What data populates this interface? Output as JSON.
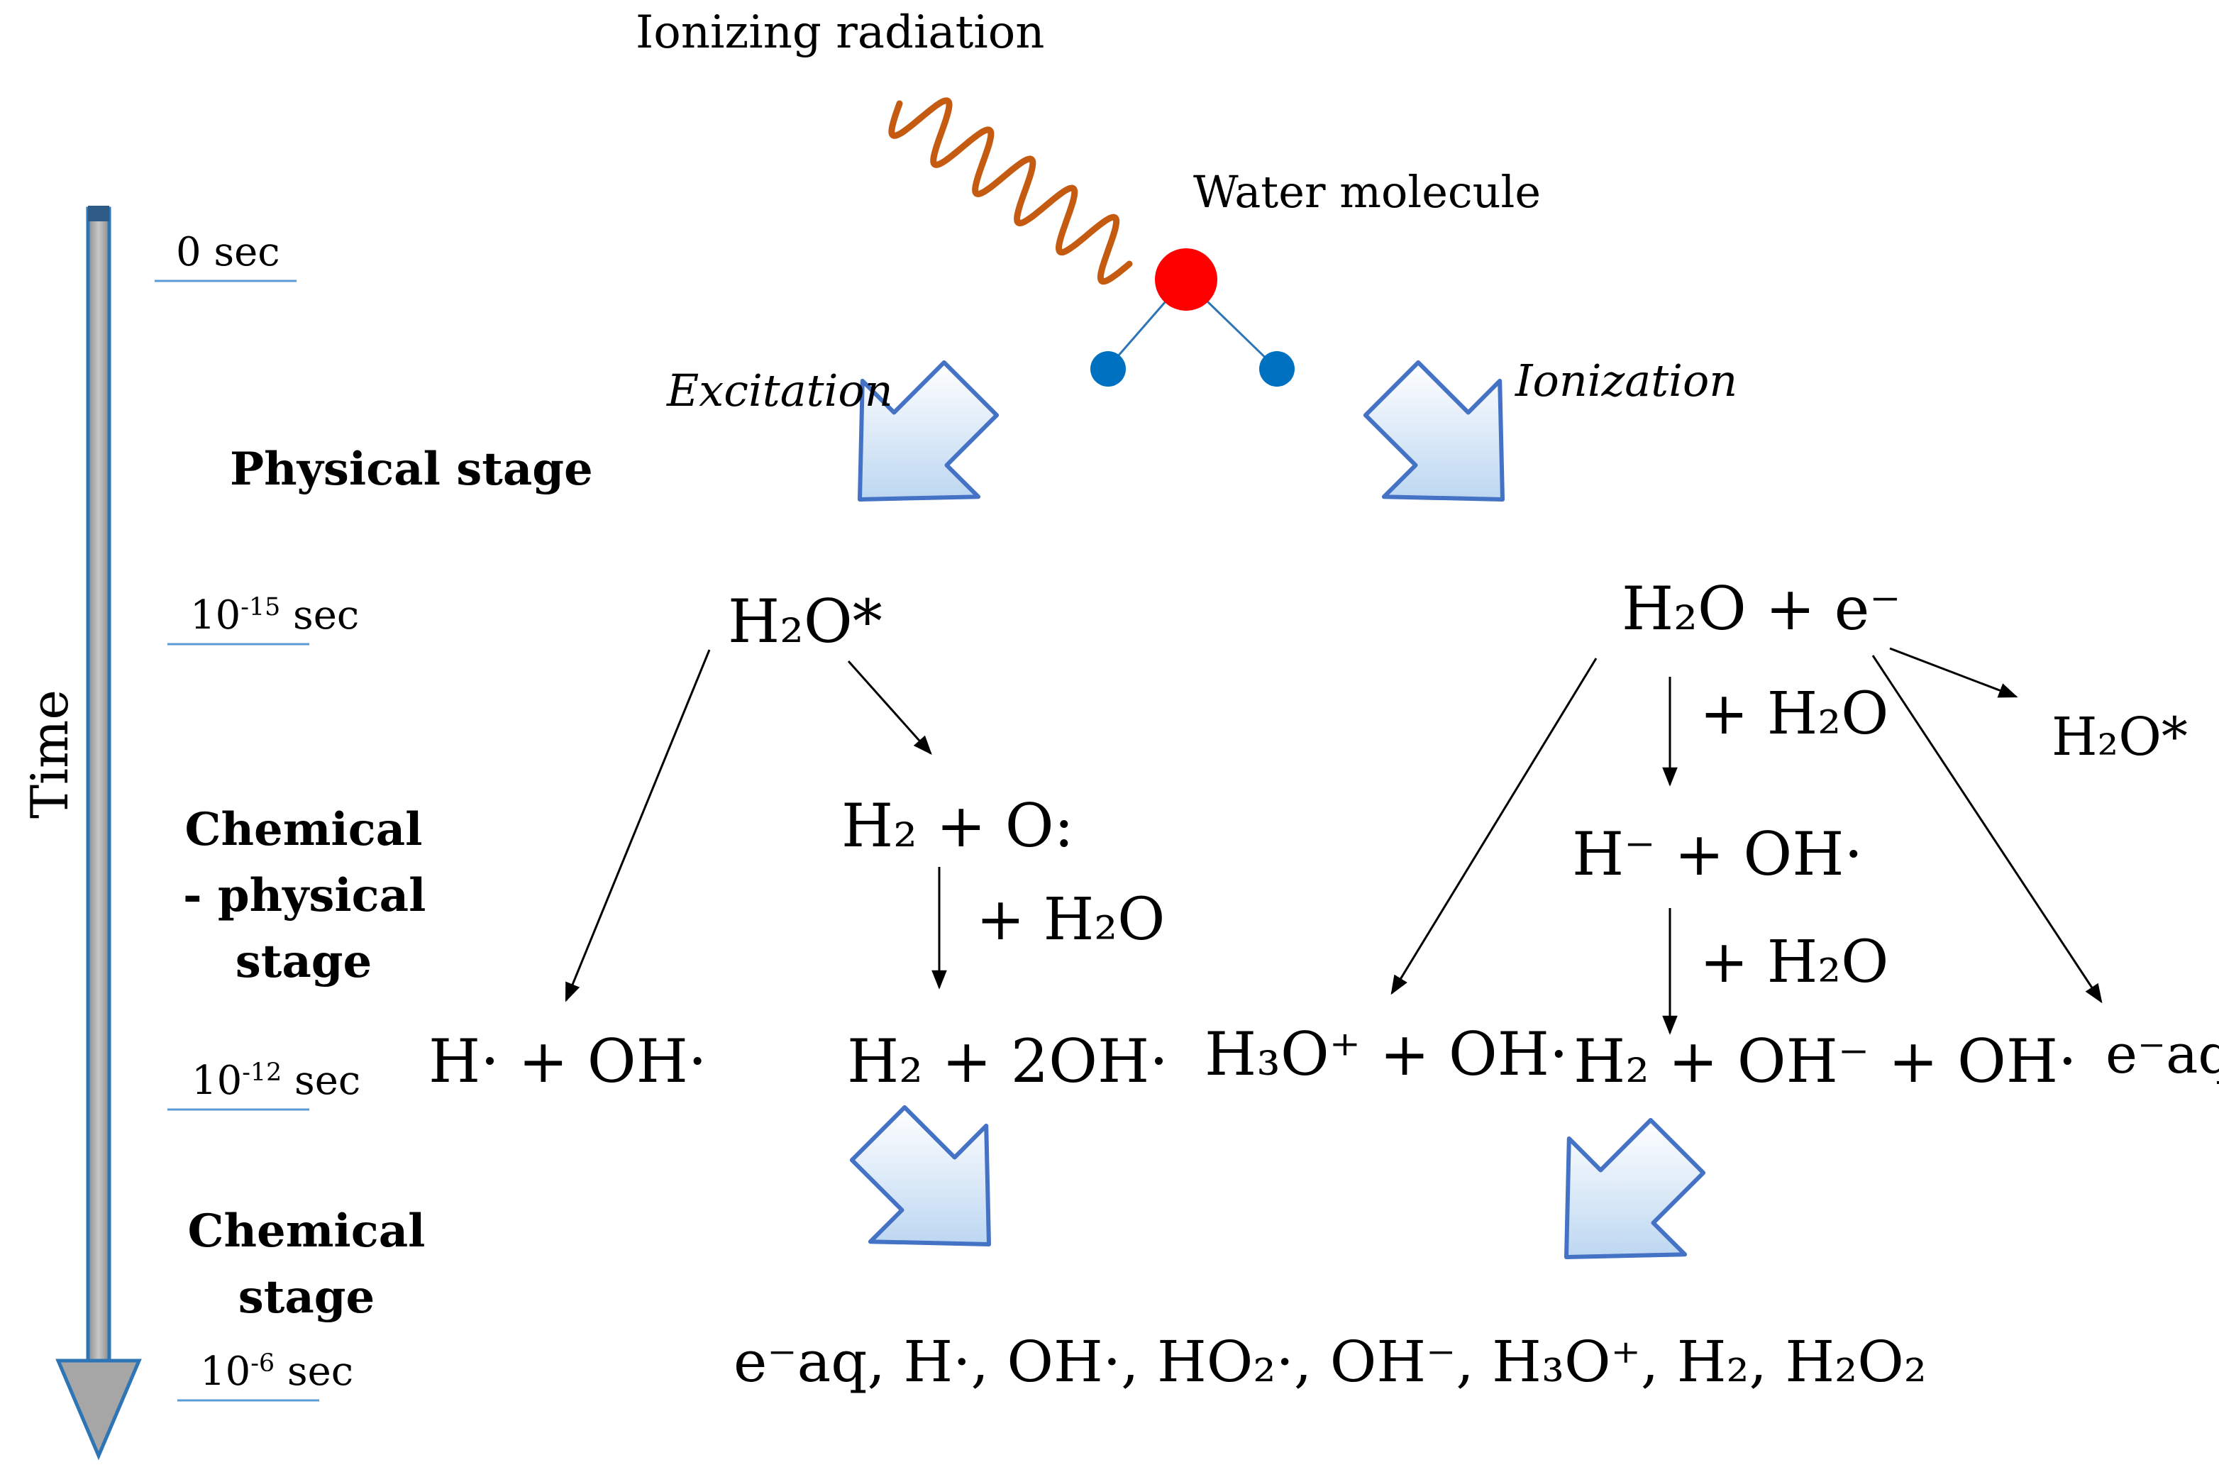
{
  "header": {
    "radiation_label": "Ionizing radiation",
    "molecule_label": "Water molecule"
  },
  "processes": {
    "excitation": "Excitation",
    "ionization": "Ionization"
  },
  "axis": {
    "label": "Time",
    "ticks": [
      {
        "base": "0 sec",
        "exp": "",
        "unit": ""
      },
      {
        "base": "10",
        "exp": "-15",
        "unit": " sec"
      },
      {
        "base": "10",
        "exp": "-12",
        "unit": " sec"
      },
      {
        "base": "10",
        "exp": "-6",
        "unit": " sec"
      }
    ]
  },
  "stages": {
    "physical": "Physical stage",
    "chem_phys_1": "Chemical",
    "chem_phys_2": "- physical",
    "chem_phys_3": "stage",
    "chemical_1": "Chemical",
    "chemical_2": "stage"
  },
  "species": {
    "h2o_excited": "H₂O*",
    "h2o_plus_e": "H₂O + e⁻",
    "h2o_excited_2": "H₂O*",
    "h2_plus_o": "H₂ + O:",
    "h_minus_plus_oh": "H⁻ + OH·",
    "h_plus_oh": "H· + OH·",
    "h2_plus_2oh": "H₂ + 2OH·",
    "h3o_plus_oh": "H₃O⁺ + OH·",
    "h2_ohminus_oh": "H₂ + OH⁻ + OH·",
    "e_aq": "e⁻aq"
  },
  "reagents": {
    "plus_h2o_left": "+ H₂O",
    "plus_h2o_right_1": "+ H₂O",
    "plus_h2o_right_2": "+ H₂O"
  },
  "final_products": "e⁻aq, H·, OH·, HO₂·, OH⁻, H₃O⁺, H₂, H₂O₂",
  "colors": {
    "radiation": "#C55A11",
    "oxygen": "#FF0000",
    "hydrogen": "#0070C0",
    "bond": "#2E75B6",
    "block_arrow_edge": "#4472C4",
    "block_arrow_fill": "#D6E5F8",
    "time_arrow": "#A6A6A6",
    "time_arrow_cap": "#2E5A88",
    "tick_line": "#5B9BD5"
  }
}
